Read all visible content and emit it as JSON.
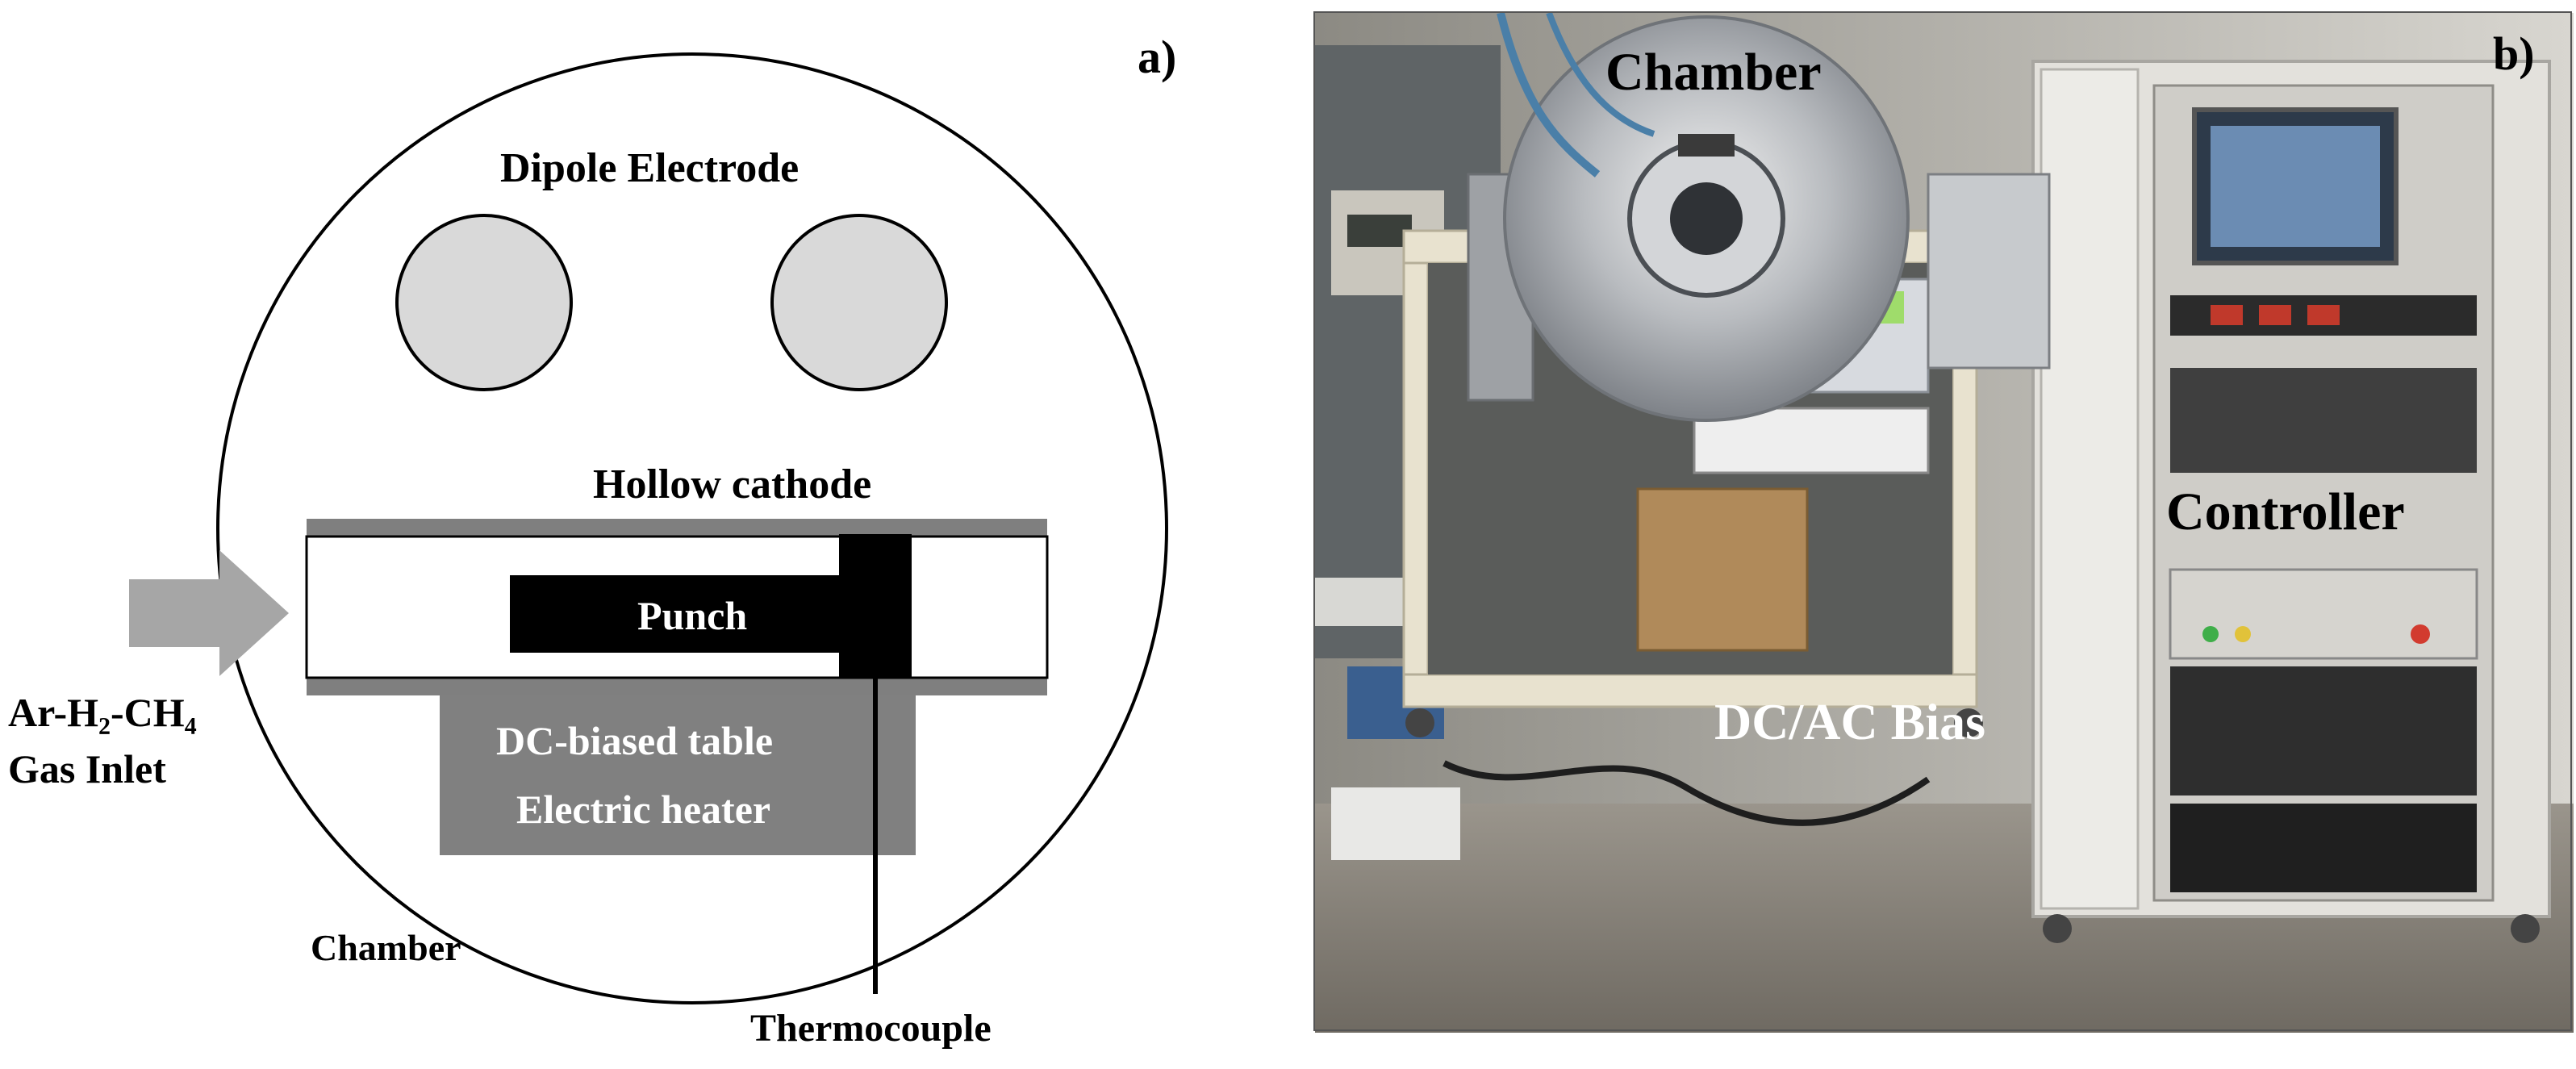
{
  "panel_a": {
    "tag": "a)",
    "dipole_label": "Dipole Electrode",
    "hollow_label": "Hollow cathode",
    "punch_label": "Punch",
    "table_label": "DC-biased table",
    "heater_label": "Electric heater",
    "gas_line1": "Ar-H₂-CH₄",
    "gas_line2": "Gas Inlet",
    "chamber_label": "Chamber",
    "thermo_label": "Thermocouple"
  },
  "panel_b": {
    "tag": "b)",
    "chamber_label": "Chamber",
    "controller_label": "Controller",
    "bias_label": "DC/AC Bias"
  },
  "colors": {
    "electrode_fill": "#d9d9d9",
    "cathode_gray": "#7f7f7f",
    "table_gray": "#808080",
    "arrow_gray": "#a6a6a6"
  }
}
